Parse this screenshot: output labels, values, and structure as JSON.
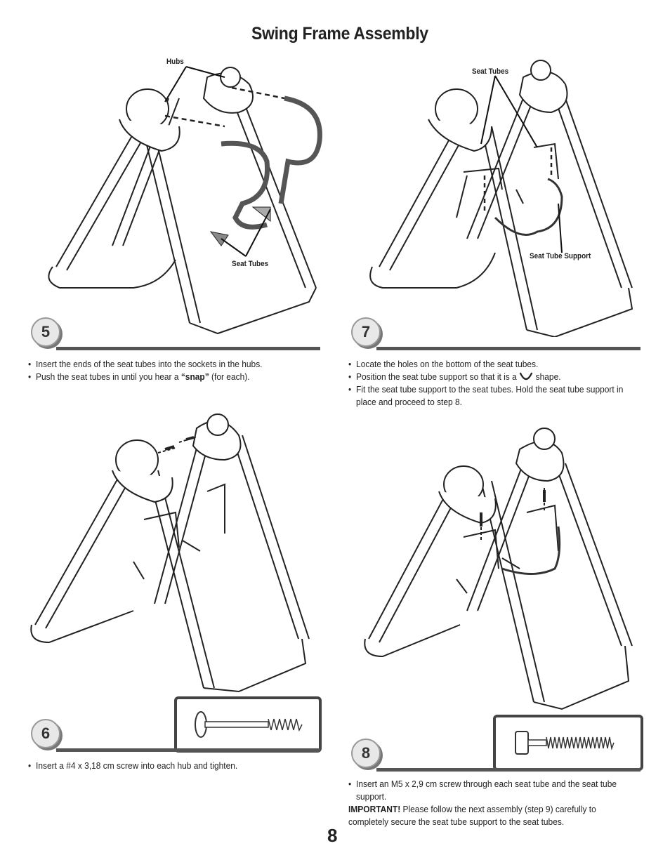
{
  "page": {
    "title": "Swing Frame Assembly",
    "page_number": "8"
  },
  "steps": {
    "s5": {
      "number": "5",
      "callouts": {
        "hubs": "Hubs",
        "seat_tubes": "Seat Tubes"
      },
      "bullets": [
        "Insert the ends of the seat tubes into the sockets in the hubs.",
        "Push the seat tubes in until you hear a ",
        "“snap”",
        " (for each)."
      ]
    },
    "s6": {
      "number": "6",
      "bullets": [
        "Insert a #4 x 3,18 cm screw into each hub and tighten."
      ]
    },
    "s7": {
      "number": "7",
      "callouts": {
        "seat_tubes": "Seat Tubes",
        "seat_tube_support": "Seat Tube Support"
      },
      "bullets": [
        "Locate the holes on the bottom of the seat tubes.",
        "Position the seat tube support so that it is a ",
        " shape.",
        "Fit the seat tube support to the seat tubes. Hold the seat tube support in place and proceed to step 8."
      ]
    },
    "s8": {
      "number": "8",
      "bullets": [
        "Insert an M5 x 2,9 cm screw through each seat tube and the seat tube support."
      ],
      "important_label": "IMPORTANT!",
      "important_text": " Please follow the next assembly (step 9) carefully to completely secure the seat tube support to the seat tubes."
    }
  }
}
